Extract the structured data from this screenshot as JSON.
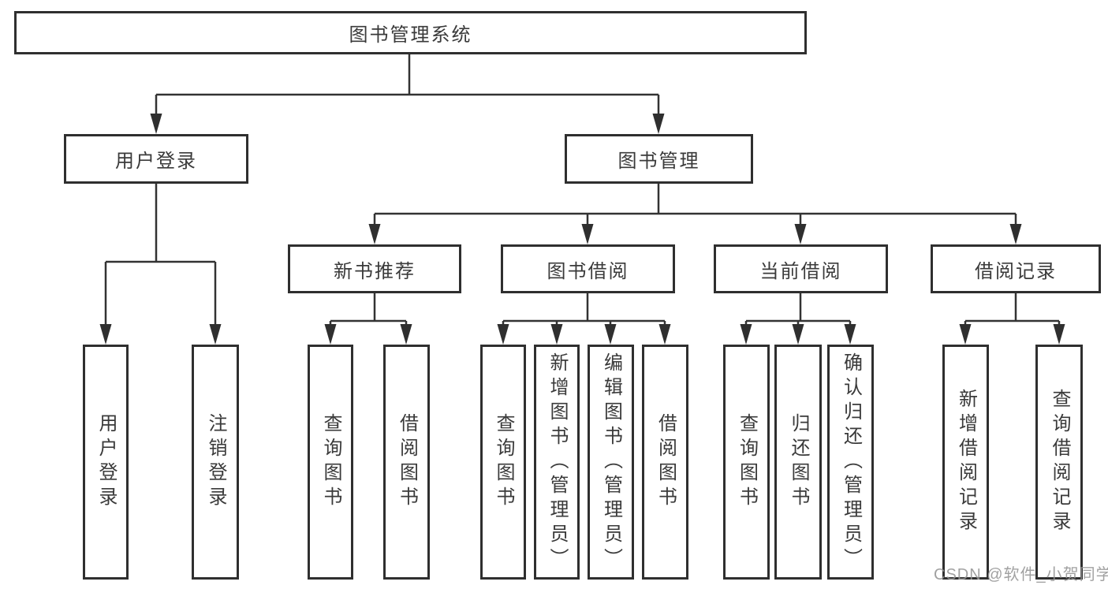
{
  "diagram": {
    "root": {
      "label": "图书管理系统"
    },
    "level2": [
      {
        "label": "用户登录"
      },
      {
        "label": "图书管理"
      }
    ],
    "level3": [
      {
        "label": "新书推荐"
      },
      {
        "label": "图书借阅"
      },
      {
        "label": "当前借阅"
      },
      {
        "label": "借阅记录"
      }
    ],
    "leaves": {
      "login": [
        "用户登录",
        "注销登录"
      ],
      "newbook": [
        "查询图书",
        "借阅图书"
      ],
      "borrow": [
        "查询图书",
        "新增图书（管理员）",
        "编辑图书（管理员）",
        "借阅图书"
      ],
      "current": [
        "查询图书",
        "归还图书",
        "确认归还（管理员）"
      ],
      "records": [
        "新增借阅记录",
        "查询借阅记录"
      ]
    }
  },
  "watermark": {
    "text": "CSDN @软件_小贺同学"
  },
  "colors": {
    "line": "#333333",
    "border": "#2f2f2f",
    "text": "#3a3a3a",
    "background": "#ffffff",
    "watermark": "#949494"
  }
}
